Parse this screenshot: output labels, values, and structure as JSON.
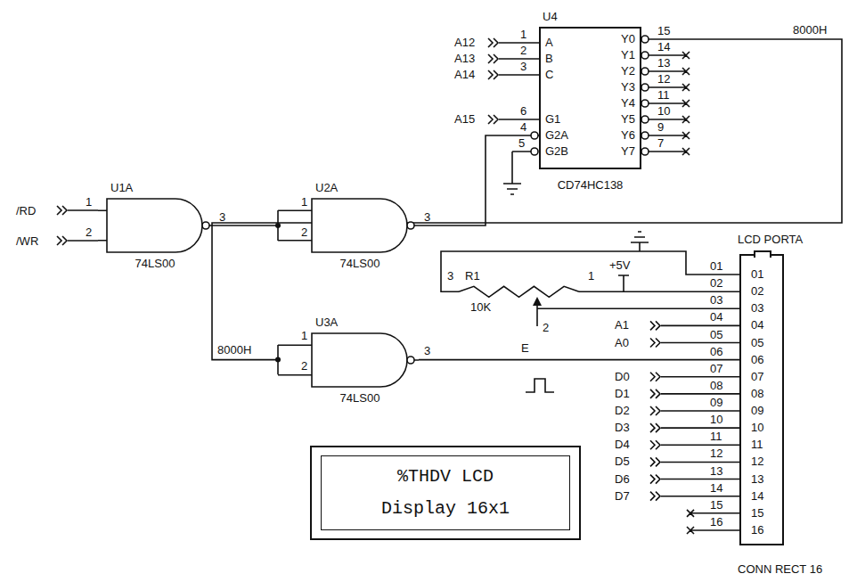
{
  "diagram": {
    "nodes": [
      {
        "text": [
          "U1A",
          "74LS00"
        ]
      },
      {
        "text": [
          "U2A",
          "74LS00"
        ]
      },
      {
        "text": [
          "U4",
          "CD74HC138"
        ]
      },
      {
        "text": [
          "U3A",
          "74LS00"
        ]
      },
      {
        "text": [
          "LCD PORTA",
          "CONN RECT 16"
        ]
      },
      {
        "text": [
          "%THDV LCD",
          "Display 16x1"
        ]
      }
    ],
    "edges": [
      {
        "from": 0,
        "to": 1,
        "arrow": "none"
      },
      {
        "from": 1,
        "to": 2,
        "arrow": "none"
      },
      {
        "from": 2,
        "to": 3,
        "arrow": "none"
      },
      {
        "from": 3,
        "to": 4,
        "arrow": "none"
      }
    ],
    "labels": [
      "/RD",
      "/WR",
      "1",
      "2",
      "3",
      "1",
      "2",
      "3",
      "A12",
      "A13",
      "A14",
      "A15",
      "1",
      "2",
      "3",
      "6",
      "4",
      "5",
      "A",
      "B",
      "C",
      "G1",
      "G2A",
      "G2B",
      "Y0",
      "Y1",
      "Y2",
      "Y3",
      "Y4",
      "Y5",
      "Y6",
      "Y7",
      "15",
      "14",
      "13",
      "12",
      "11",
      "10",
      "9",
      "7",
      "8000H",
      "8000H",
      "1",
      "2",
      "3",
      "E",
      "3",
      "R1",
      "1",
      "10K",
      "2",
      "+5V",
      "A1",
      "A0",
      "D0",
      "D1",
      "D2",
      "D3",
      "D4",
      "D5",
      "D6",
      "D7",
      "01",
      "02",
      "03",
      "04",
      "05",
      "06",
      "07",
      "08",
      "09",
      "10",
      "11",
      "12",
      "13",
      "14",
      "15",
      "16",
      "01",
      "02",
      "03",
      "04",
      "05",
      "06",
      "07",
      "08",
      "09",
      "10",
      "11",
      "12",
      "13",
      "14",
      "15",
      "16"
    ]
  }
}
